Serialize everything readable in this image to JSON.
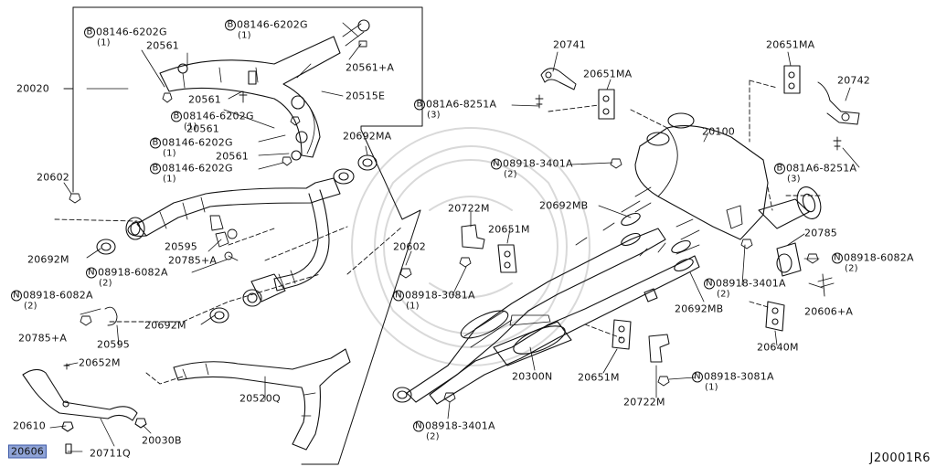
{
  "diagram": {
    "document_id": "J20001R6",
    "labels": [
      {
        "id": "p08146_6202g_a",
        "circle": "B",
        "code": "08146-6202G",
        "qty": "(1)"
      },
      {
        "id": "p08146_6202g_b",
        "circle": "B",
        "code": "08146-6202G",
        "qty": "(1)"
      },
      {
        "id": "p08146_6202g_c",
        "circle": "B",
        "code": "08146-6202G",
        "qty": "(1)"
      },
      {
        "id": "p08146_6202g_d",
        "circle": "B",
        "code": "08146-6202G",
        "qty": "(1)"
      },
      {
        "id": "p08146_6202g_e",
        "circle": "B",
        "code": "08146-6202G",
        "qty": "(1)"
      },
      {
        "id": "p20561_a",
        "code": "20561"
      },
      {
        "id": "p20561_b",
        "code": "20561"
      },
      {
        "id": "p20561_c",
        "code": "20561"
      },
      {
        "id": "p20561_d",
        "code": "20561"
      },
      {
        "id": "p20561_plus_a",
        "code": "20561+A"
      },
      {
        "id": "p20020",
        "code": "20020"
      },
      {
        "id": "p20515e",
        "code": "20515E"
      },
      {
        "id": "p20602_a",
        "code": "20602"
      },
      {
        "id": "p20602_b",
        "code": "20602"
      },
      {
        "id": "p20692ma",
        "code": "20692MA"
      },
      {
        "id": "p20692m_a",
        "code": "20692M"
      },
      {
        "id": "p20692m_b",
        "code": "20692M"
      },
      {
        "id": "p20595_a",
        "code": "20595"
      },
      {
        "id": "p20595_b",
        "code": "20595"
      },
      {
        "id": "p20785_plus_a_a",
        "code": "20785+A"
      },
      {
        "id": "p20785_plus_a_b",
        "code": "20785+A"
      },
      {
        "id": "p08918_6082a_a",
        "circle": "N",
        "code": "08918-6082A",
        "qty": "(2)"
      },
      {
        "id": "p08918_6082a_b",
        "circle": "N",
        "code": "08918-6082A",
        "qty": "(2)"
      },
      {
        "id": "p08918_6082a_c",
        "circle": "N",
        "code": "08918-6082A",
        "qty": "(2)"
      },
      {
        "id": "p20652m",
        "code": "20652M"
      },
      {
        "id": "p20610",
        "code": "20610"
      },
      {
        "id": "p20606",
        "code": "20606"
      },
      {
        "id": "p20711q",
        "code": "20711Q"
      },
      {
        "id": "p20030b",
        "code": "20030B"
      },
      {
        "id": "p20520q",
        "code": "20520Q"
      },
      {
        "id": "p20741",
        "code": "20741"
      },
      {
        "id": "p20651ma_a",
        "code": "20651MA"
      },
      {
        "id": "p20651ma_b",
        "code": "20651MA"
      },
      {
        "id": "p081a6_8251a_a",
        "circle": "B",
        "code": "081A6-8251A",
        "qty": "(3)"
      },
      {
        "id": "p081a6_8251a_b",
        "circle": "B",
        "code": "081A6-8251A",
        "qty": "(3)"
      },
      {
        "id": "p20742",
        "code": "20742"
      },
      {
        "id": "p20100",
        "code": "20100"
      },
      {
        "id": "p08918_3401a_a",
        "circle": "N",
        "code": "08918-3401A",
        "qty": "(2)"
      },
      {
        "id": "p08918_3401a_b",
        "circle": "N",
        "code": "08918-3401A",
        "qty": "(2)"
      },
      {
        "id": "p08918_3401a_c",
        "circle": "N",
        "code": "08918-3401A",
        "qty": "(2)"
      },
      {
        "id": "p20692mb_a",
        "code": "20692MB"
      },
      {
        "id": "p20692mb_b",
        "code": "20692MB"
      },
      {
        "id": "p20722m_a",
        "code": "20722M"
      },
      {
        "id": "p20722m_b",
        "code": "20722M"
      },
      {
        "id": "p20651m_a",
        "code": "20651M"
      },
      {
        "id": "p20651m_b",
        "code": "20651M"
      },
      {
        "id": "p20785",
        "code": "20785"
      },
      {
        "id": "p08918_3081a_a",
        "circle": "N",
        "code": "08918-3081A",
        "qty": "(1)"
      },
      {
        "id": "p08918_3081a_b",
        "circle": "N",
        "code": "08918-3081A",
        "qty": "(1)"
      },
      {
        "id": "p20606_plus_a",
        "code": "20606+A"
      },
      {
        "id": "p20640m",
        "code": "20640M"
      },
      {
        "id": "p20300n",
        "code": "20300N"
      }
    ],
    "highlight_color": "#8fa3d6"
  }
}
